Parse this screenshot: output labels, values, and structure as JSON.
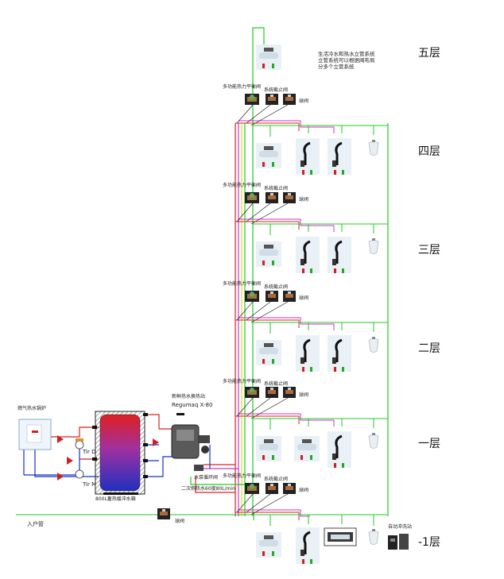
{
  "floors": {
    "f5": "五层",
    "f4": "四层",
    "f3": "三层",
    "f2": "二层",
    "f1": "一层",
    "fm1": "-1层"
  },
  "riser_note": "生活冷水和热水立管系统\n立管系统可以根据阀布局\n分多个立管系统",
  "valves": {
    "multi_thermo": "多功能热力平衡阀",
    "drain_meter": "系统截止阀",
    "ball": "球阀"
  },
  "plant": {
    "boiler": "燃气热水锅炉",
    "tank": "800L蓄热缓冲水箱",
    "station_title": "新鲜热水换热站",
    "station_model": "Regumaq X-80",
    "secondary": "二次侧热水60度80L/min",
    "recirc": "水泵循环阀",
    "tir_d": "Tir D",
    "tir_m": "Tir M",
    "inlet": "入户管",
    "ball_low": "球阀",
    "auto_flush": "自动冲洗站"
  },
  "colors": {
    "cold": "#22cc22",
    "hot": "#dd2222",
    "circ": "#cc33cc",
    "feed": "#1133cc",
    "riser_y": "#dddd22"
  }
}
